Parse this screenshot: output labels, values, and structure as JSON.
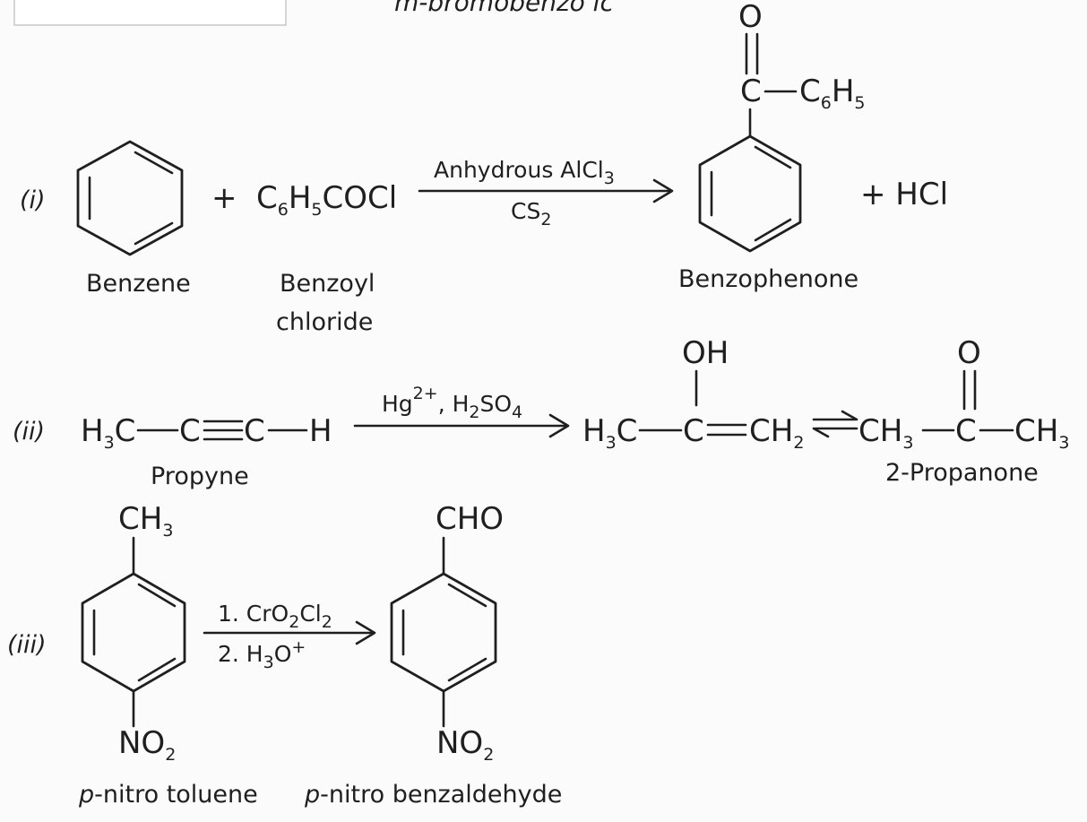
{
  "header_fragment": "m-bromobenzo ic",
  "reactions": [
    {
      "label": "(i)",
      "reagent": "C6H5COCl",
      "conditions": {
        "above": "Anhydrous AlCl3",
        "below": "CS2"
      },
      "product_substituent_O": "O",
      "product_substituent_C": "C",
      "product_substituent": "C6H5",
      "byproduct": "+ HCl",
      "plus": "+",
      "names": {
        "benzene": "Benzene",
        "reagent_line1": "Benzoyl",
        "reagent_line2": "chloride",
        "product": "Benzophenone"
      }
    },
    {
      "label": "(ii)",
      "reactant": "H3C—C≡C—H",
      "conditions": "Hg2+, H2SO4",
      "intermediate_OH": "OH",
      "product_O": "O",
      "names": {
        "reactant": "Propyne",
        "product": "2-Propanone"
      }
    },
    {
      "label": "(iii)",
      "reactant_group_top": "CH3",
      "reactant_group_bottom": "NO2",
      "conditions": {
        "step1": "1. CrO2Cl2",
        "step2": "2. H3O+"
      },
      "product_group_top": "CHO",
      "product_group_bottom": "NO2",
      "names": {
        "reactant_prefix": "p",
        "reactant": "-nitro toluene",
        "product_prefix": "p",
        "product": "-nitro benzaldehyde"
      }
    }
  ]
}
